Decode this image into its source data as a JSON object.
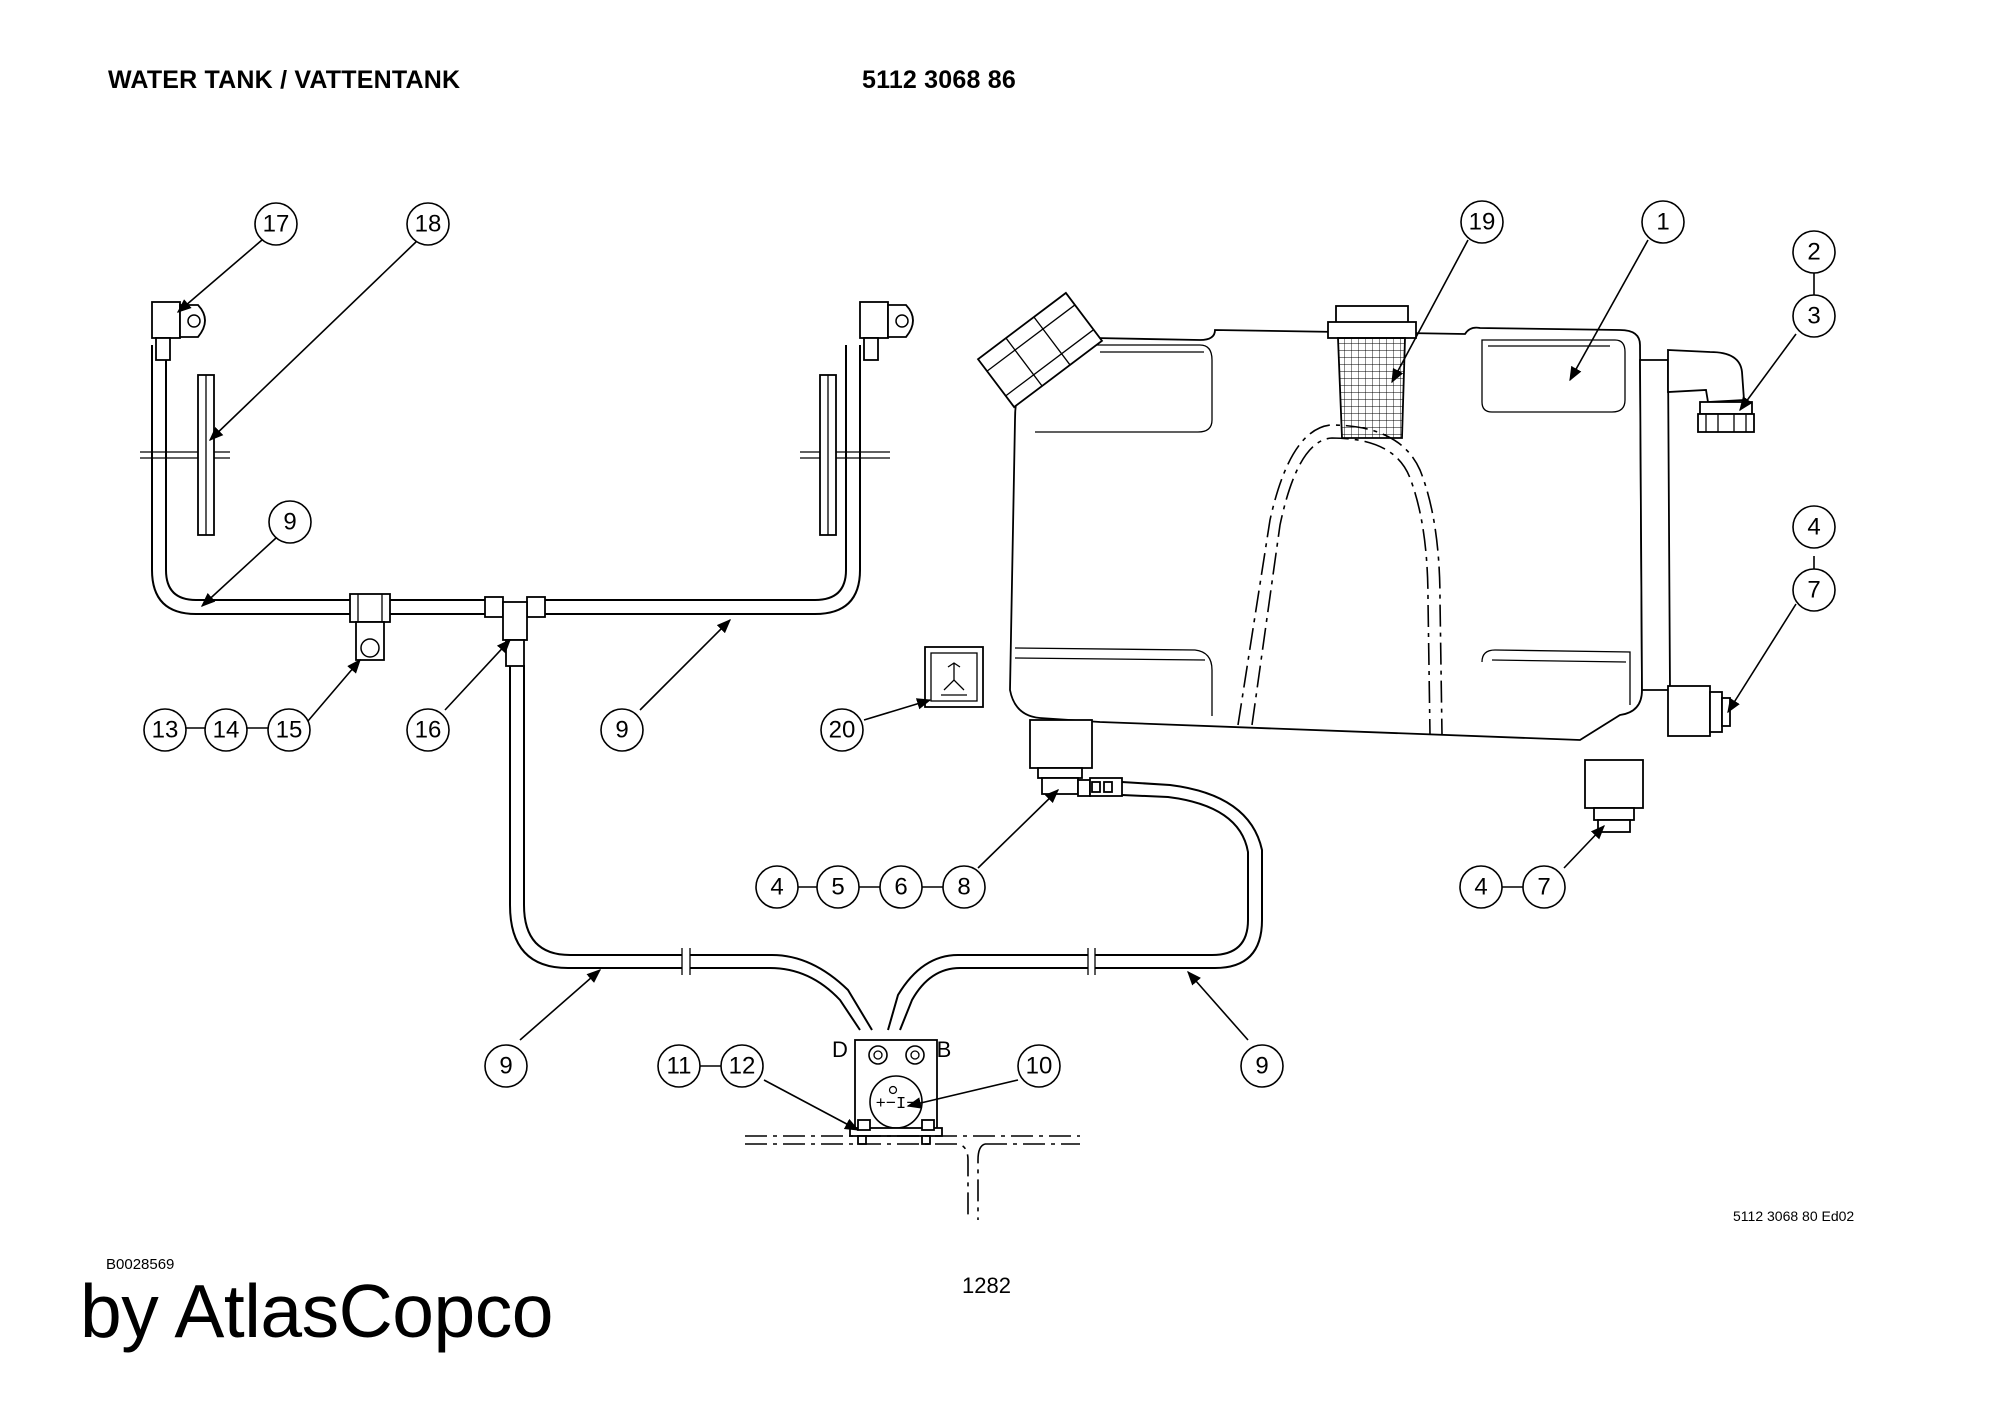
{
  "header": {
    "title": "WATER TANK / VATTENTANK",
    "part_number": "5112 3068 86"
  },
  "footer": {
    "drawing_ref": "5112 3068 80 Ed02",
    "document_code": "B0028569",
    "page_number": "1282",
    "brand": "by AtlasCopco"
  },
  "pump_labels": {
    "left_port": "D",
    "right_port": "B"
  },
  "callouts": [
    {
      "id": "c17",
      "label": "17"
    },
    {
      "id": "c18",
      "label": "18"
    },
    {
      "id": "c9a",
      "label": "9"
    },
    {
      "id": "c13",
      "label": "13"
    },
    {
      "id": "c14",
      "label": "14"
    },
    {
      "id": "c15",
      "label": "15"
    },
    {
      "id": "c16",
      "label": "16"
    },
    {
      "id": "c9b",
      "label": "9"
    },
    {
      "id": "c20",
      "label": "20"
    },
    {
      "id": "c19",
      "label": "19"
    },
    {
      "id": "c1",
      "label": "1"
    },
    {
      "id": "c2",
      "label": "2"
    },
    {
      "id": "c3",
      "label": "3"
    },
    {
      "id": "c4a",
      "label": "4"
    },
    {
      "id": "c7a",
      "label": "7"
    },
    {
      "id": "c4b",
      "label": "4"
    },
    {
      "id": "c5",
      "label": "5"
    },
    {
      "id": "c6",
      "label": "6"
    },
    {
      "id": "c8",
      "label": "8"
    },
    {
      "id": "c4c",
      "label": "4"
    },
    {
      "id": "c7b",
      "label": "7"
    },
    {
      "id": "c9c",
      "label": "9"
    },
    {
      "id": "c11",
      "label": "11"
    },
    {
      "id": "c12",
      "label": "12"
    },
    {
      "id": "c10",
      "label": "10"
    },
    {
      "id": "c9d",
      "label": "9"
    }
  ]
}
